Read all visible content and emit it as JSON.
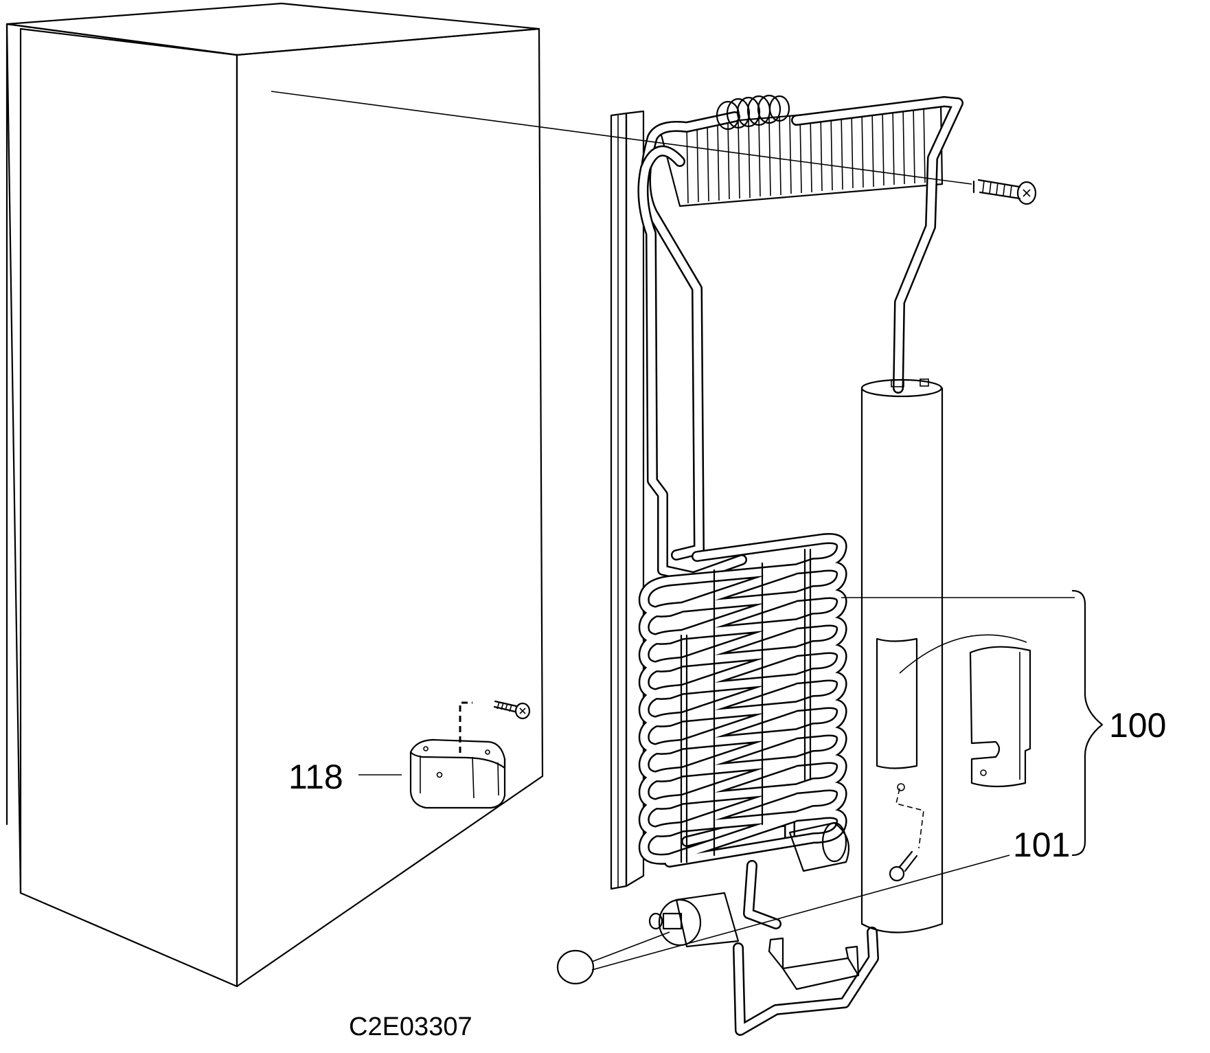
{
  "callouts": [
    {
      "id": "bracket-assembly",
      "text": "118"
    },
    {
      "id": "cooling-unit",
      "text": "100"
    },
    {
      "id": "plug",
      "text": "101"
    }
  ],
  "drawing_code": "C2E03307"
}
